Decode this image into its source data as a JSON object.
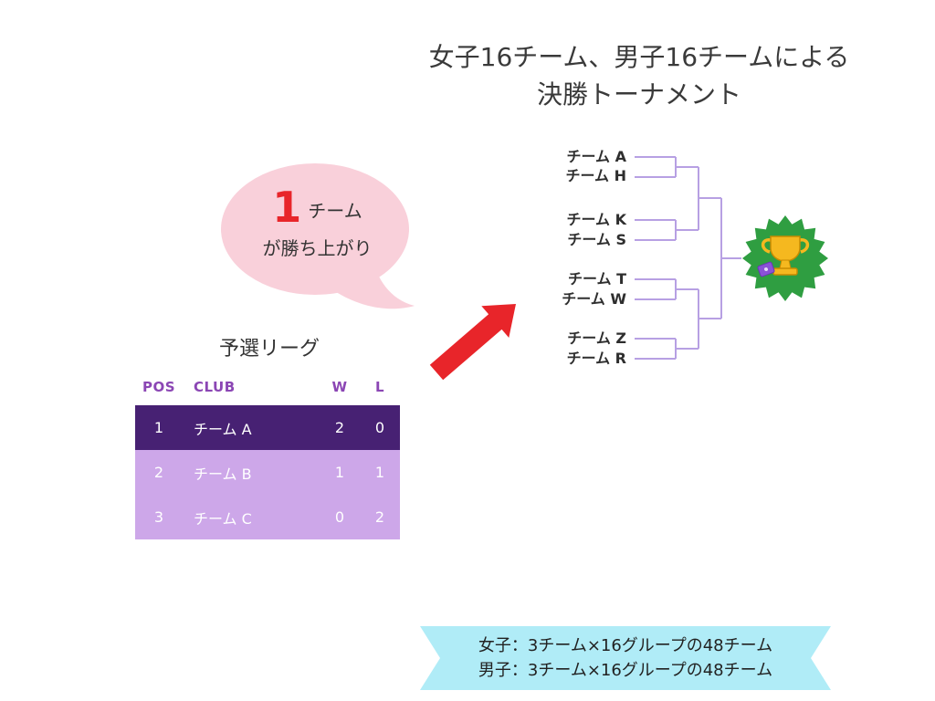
{
  "title": {
    "line1": "女子16チーム、男子16チームによる",
    "line2": "決勝トーナメント"
  },
  "bubble": {
    "number": "1",
    "unit": "チーム",
    "line2": "が勝ち上がり"
  },
  "league": {
    "caption": "予選リーグ",
    "headers": [
      "POS",
      "CLUB",
      "W",
      "L"
    ],
    "rows": [
      {
        "pos": "1",
        "club": "チーム A",
        "w": "2",
        "l": "0"
      },
      {
        "pos": "2",
        "club": "チーム B",
        "w": "1",
        "l": "1"
      },
      {
        "pos": "3",
        "club": "チーム C",
        "w": "0",
        "l": "2"
      }
    ]
  },
  "bracket": {
    "teams": [
      "チーム A",
      "チーム H",
      "チーム K",
      "チーム S",
      "チーム T",
      "チーム W",
      "チーム Z",
      "チーム R"
    ],
    "winner_icon": "trophy-on-green-starburst"
  },
  "banner": {
    "line1": "女子：3チーム×16グループの48チーム",
    "line2": "男子：3チーム×16グループの48チーム"
  },
  "colors": {
    "table_header_text": "#8b46b4",
    "table_row1_bg": "#472173",
    "table_row_bg": "#cda7e9",
    "table_text": "#ffffff",
    "bubble_bg": "#f9d0da",
    "accent_red": "#e8252a",
    "bracket_line": "#b7a0e3",
    "banner_bg": "#b0ecf7",
    "badge_green": "#2f9e41",
    "trophy_gold": "#f5b81f"
  }
}
